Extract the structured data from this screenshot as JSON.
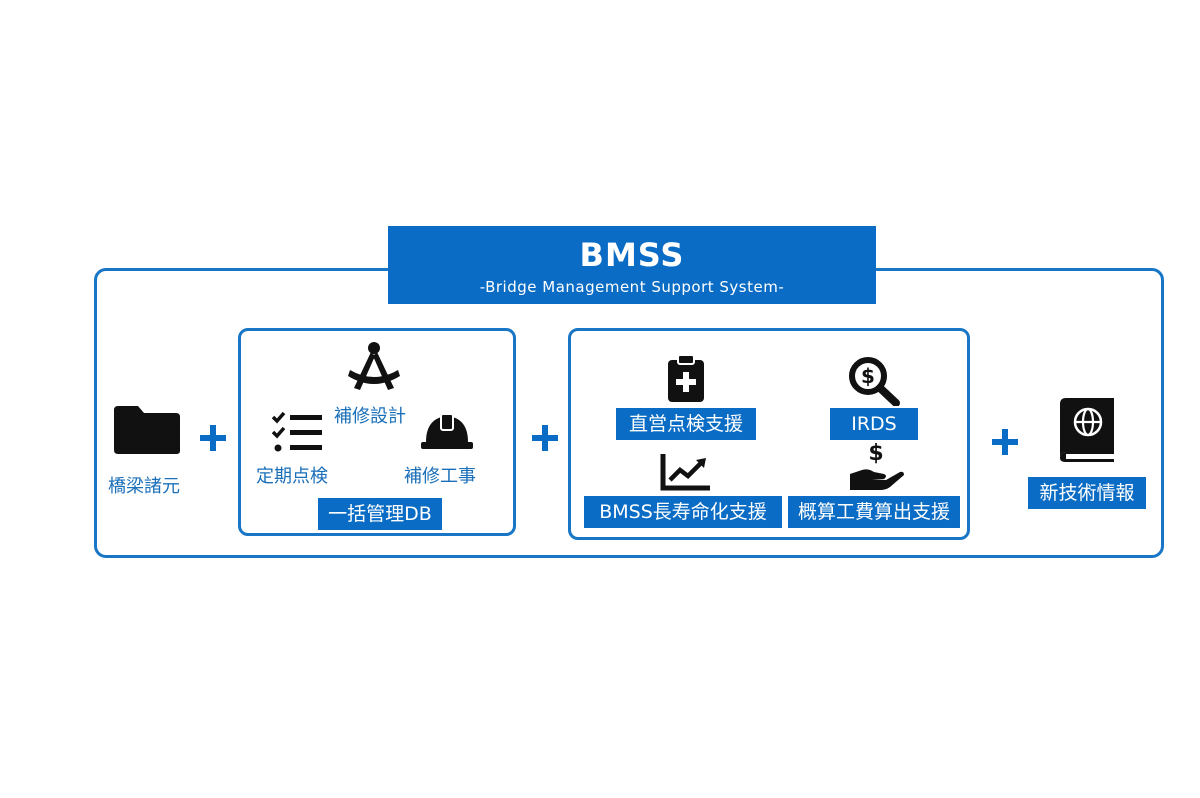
{
  "title": {
    "main": "BMSS",
    "sub": "-Bridge Management Support System-"
  },
  "left": {
    "label": "橋梁諸元",
    "icon": "folder-icon"
  },
  "db_group": {
    "design": "補修設計",
    "inspection": "定期点検",
    "construction": "補修工事",
    "db_label": "一括管理DB",
    "icons": [
      "compass-icon",
      "checklist-icon",
      "hardhat-icon"
    ]
  },
  "support_group": {
    "direct_inspection": "直営点検支援",
    "irds": "IRDS",
    "life_extension": "BMSS長寿命化支援",
    "cost_estimate": "概算工費算出支援",
    "icons": [
      "clipboard-medical-icon",
      "dollar-search-icon",
      "chart-line-icon",
      "hand-dollar-icon"
    ]
  },
  "right": {
    "label": "新技術情報",
    "icon": "globe-book-icon"
  },
  "colors": {
    "brand_blue": "#0a6cc4",
    "border_blue": "#1976c6",
    "label_blue": "#1a6fb9"
  }
}
